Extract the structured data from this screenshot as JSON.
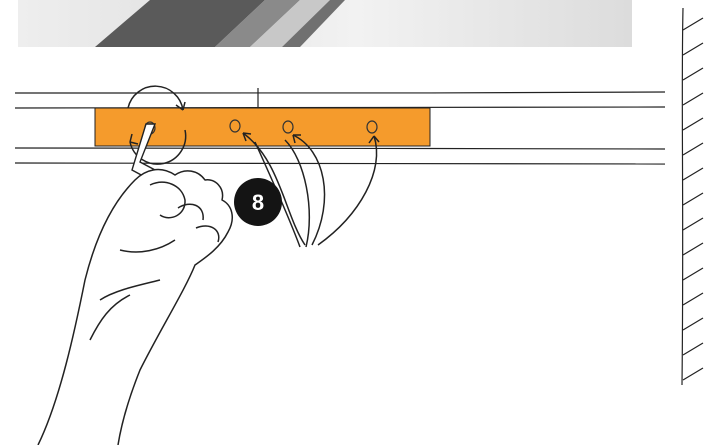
{
  "step": {
    "number": "8",
    "badge_color": "#141414",
    "text_color": "#ffffff"
  },
  "colors": {
    "mounting_plate": "#f59b2c",
    "line_art": "#222222",
    "photo_strip_light": "#e8e8e8",
    "photo_strip_dark": "#555555"
  },
  "illustration": {
    "tool": "hex-key",
    "screw_count": 4,
    "rotation_indicator": "circular-arrow-icon",
    "placement_arrows": 3,
    "wall_texture": "hatched-wall"
  }
}
